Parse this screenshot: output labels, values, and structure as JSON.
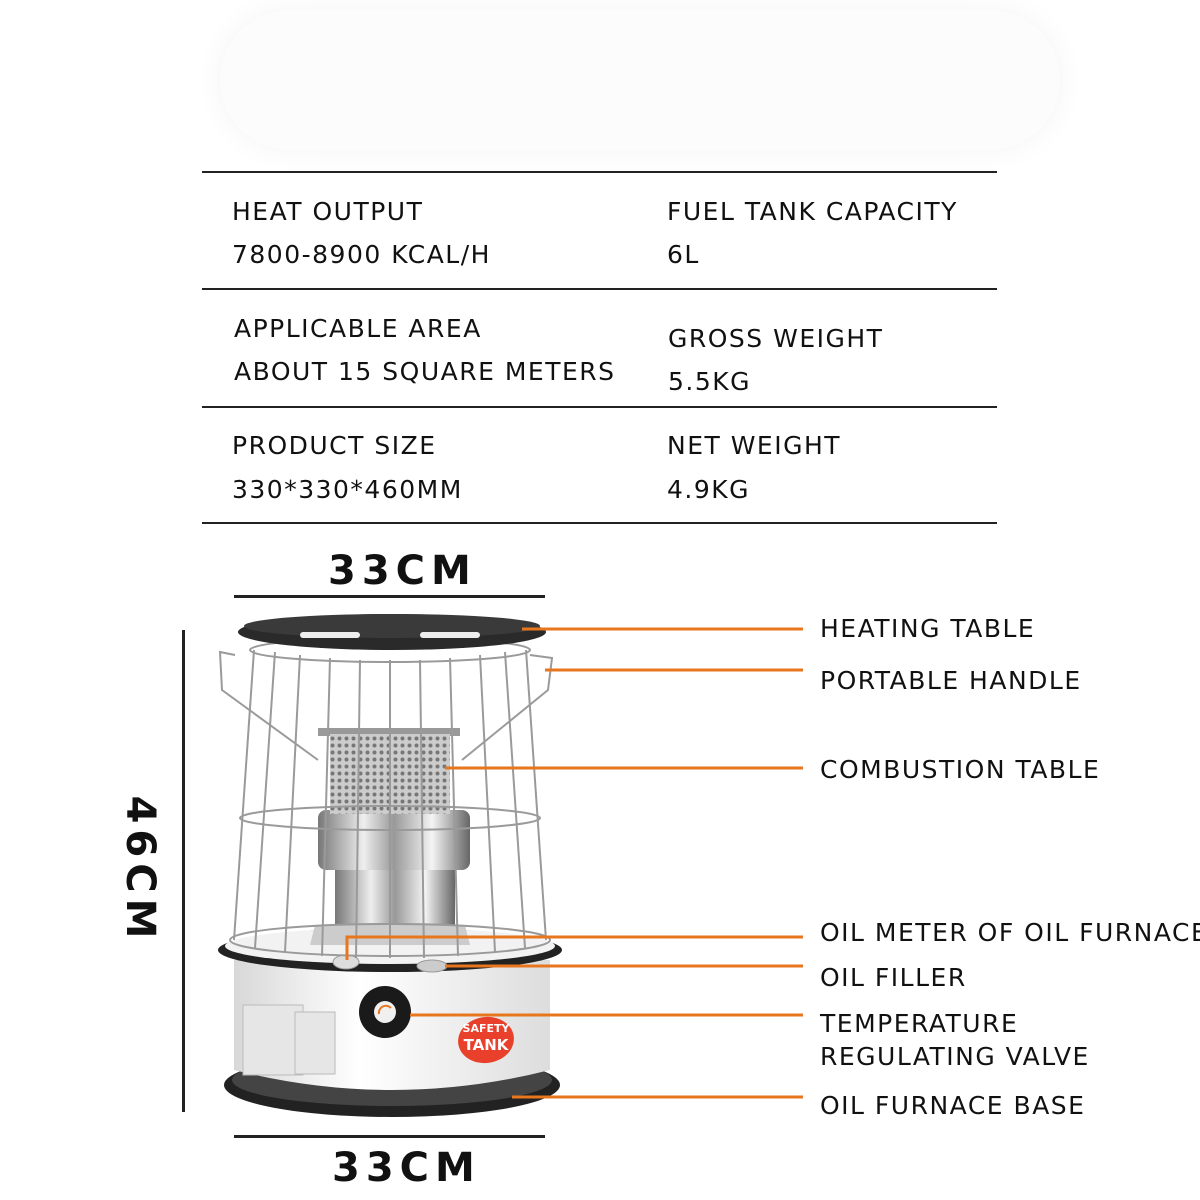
{
  "specs": [
    {
      "left_label": "HEAT OUTPUT",
      "left_value": "7800-8900 KCAL/H",
      "right_label": "FUEL TANK CAPACITY",
      "right_value": "6L"
    },
    {
      "left_label": "APPLICABLE AREA",
      "left_value": "ABOUT 15 SQUARE METERS",
      "right_label": "GROSS WEIGHT",
      "right_value": "5.5KG"
    },
    {
      "left_label": "PRODUCT SIZE",
      "left_value": "330*330*460MM",
      "right_label": "NET WEIGHT",
      "right_value": "4.9KG"
    }
  ],
  "dimensions": {
    "top": "33CM",
    "bottom": "33CM",
    "height": "46CM"
  },
  "callouts": [
    "HEATING TABLE",
    "PORTABLE HANDLE",
    "COMBUSTION TABLE",
    "OIL METER OF OIL FURNACE",
    "OIL FILLER",
    "TEMPERATURE",
    "REGULATING VALVE",
    "OIL FURNACE BASE"
  ],
  "badge": {
    "line1": "SAFETY",
    "line2": "TANK"
  },
  "colors": {
    "callout_line": "#e8761f",
    "badge": "#e8402a"
  }
}
